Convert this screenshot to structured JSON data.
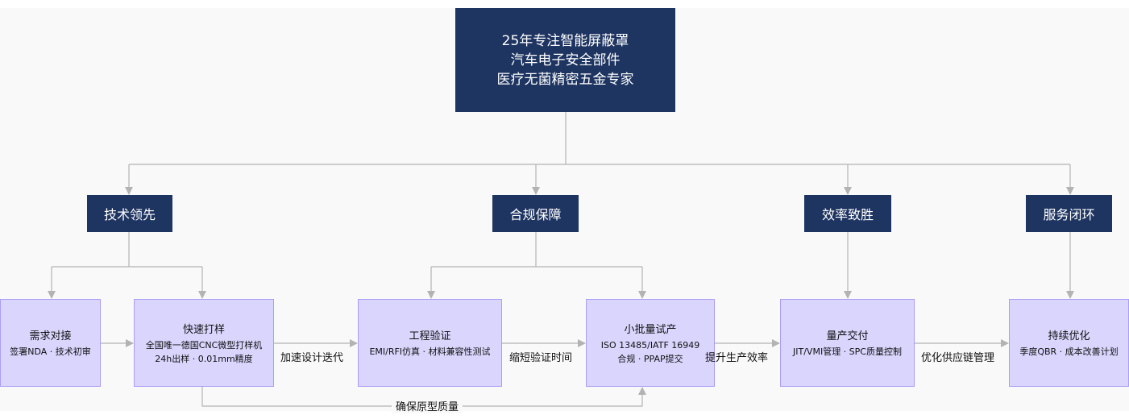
{
  "root": {
    "lines": [
      "25年专注智能屏蔽罩",
      "汽车电子安全部件",
      "医疗无菌精密五金专家"
    ]
  },
  "pillars": [
    "技术领先",
    "合规保障",
    "效率致胜",
    "服务闭环"
  ],
  "steps": [
    {
      "title": "需求对接",
      "desc": [
        "签署NDA · 技术初审"
      ]
    },
    {
      "title": "快速打样",
      "desc": [
        "全国唯一德国CNC微型打样机",
        "24h出样 · 0.01mm精度"
      ]
    },
    {
      "title": "工程验证",
      "desc": [
        "EMI/RFI仿真 · 材料兼容性测试"
      ]
    },
    {
      "title": "小批量试产",
      "desc": [
        "ISO 13485/IATF 16949",
        "合规 · PPAP提交"
      ]
    },
    {
      "title": "量产交付",
      "desc": [
        "JIT/VMI管理 · SPC质量控制"
      ]
    },
    {
      "title": "持续优化",
      "desc": [
        "季度QBR · 成本改善计划"
      ]
    }
  ],
  "edge_labels": [
    "加速设计迭代",
    "缩短验证时间",
    "提升生产效率",
    "优化供应链管理"
  ],
  "loop_label": "确保原型质量",
  "colors": {
    "navy": "#1e3461",
    "step_fill": "#d9d5fd",
    "step_border": "#a89ef5",
    "line": "#b3b3b3"
  }
}
